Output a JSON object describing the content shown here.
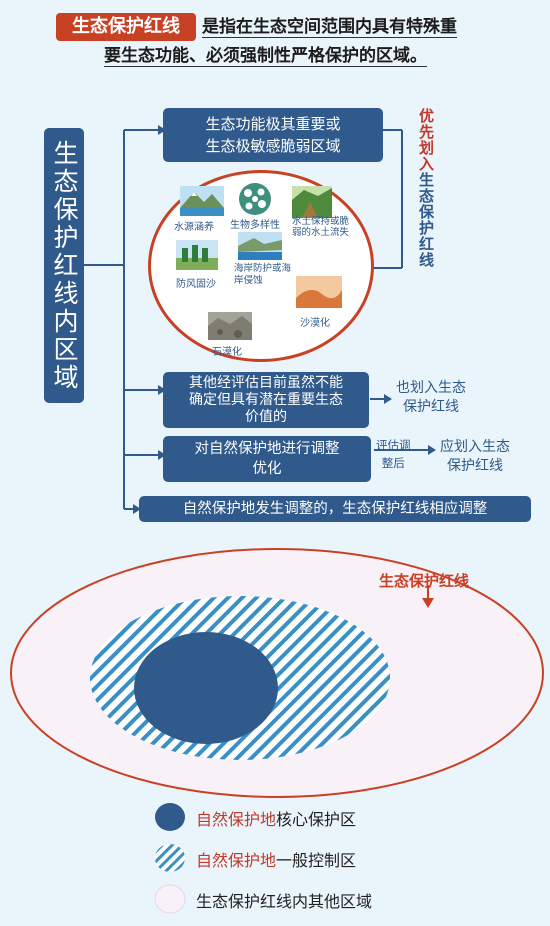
{
  "header": {
    "tag": "生态保护红线",
    "line1": "是指在生态空间范围内具有特殊重",
    "line2": "要生态功能、必须强制性严格保护的区域。"
  },
  "side_label": "生态保护红线内区域",
  "box1": {
    "line1": "生态功能极其重要或",
    "line2": "生态极敏感脆弱区域"
  },
  "priority": {
    "red": "优先划入",
    "blue": "生态保护红线"
  },
  "circle_items": [
    {
      "label": "水源涵养",
      "icon": "mountain-water-icon"
    },
    {
      "label": "生物多样性",
      "icon": "biodiversity-icon"
    },
    {
      "label": "水土保持或脆弱的水土流失",
      "icon": "soil-erosion-icon"
    },
    {
      "label": "防风固沙",
      "icon": "windbreak-icon"
    },
    {
      "label": "海岸防护或海岸侵蚀",
      "icon": "coast-icon"
    },
    {
      "label": "沙漠化",
      "icon": "desert-icon"
    },
    {
      "label": "石漠化",
      "icon": "rocky-desert-icon"
    }
  ],
  "box2": {
    "line1": "其他经评估目前虽然不能",
    "line2": "确定但具有潜在重要生态",
    "line3": "价值的"
  },
  "box2_result": {
    "line1": "也划入生态",
    "line2": "保护红线"
  },
  "box3": {
    "line1": "对自然保护地进行调整",
    "line2": "优化"
  },
  "assess": {
    "line1": "评估调",
    "line2": "整后"
  },
  "box3_result": {
    "line1": "应划入生态",
    "line2": "保护红线"
  },
  "box4": "自然保护地发生调整的，生态保护红线相应调整",
  "diagram_label": "生态保护红线",
  "legend": [
    {
      "red": "自然保护地",
      "dark": "核心保护区"
    },
    {
      "red": "自然保护地",
      "dark": "一般控制区"
    },
    {
      "red": "",
      "dark": "生态保护红线内其他区域"
    }
  ],
  "colors": {
    "blue": "#2f5a8b",
    "red": "#c94125",
    "hatch": "#3a8fc4",
    "background": "#eaf4fb"
  }
}
